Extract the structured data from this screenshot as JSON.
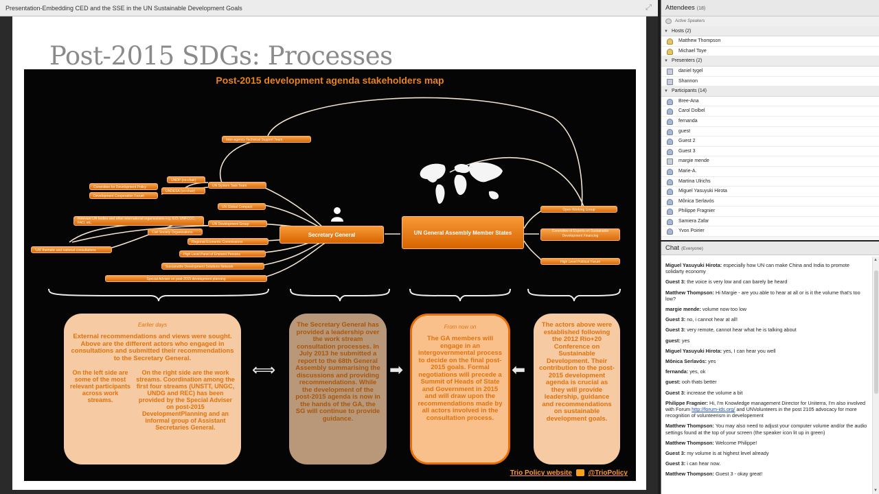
{
  "presentation": {
    "window_title": "Presentation-Embedding CED and the SSE in the UN Sustainable Development Goals",
    "slide_title": "Post-2015 SDGs: Processes",
    "map_title": "Post-2015 development agenda stakeholders map",
    "nodes": {
      "inter_agency": "Inter-agency Technical Support Team",
      "undp": "UNDP (co-chair)",
      "undesa": "UNDESA (co-chair)",
      "cdp": "Committee for Development Policy",
      "dcf": "Development Cooperation Forum",
      "un_task_team": "UN System Task Team",
      "un_global_compact": "UN Global Compact",
      "relevant_un": "Relevant UN bodies and other international organizations e.g. ILO, UNFCCC, FAO, etc.",
      "un_dev_group": "UN Development Group",
      "civil_society": "Civil Society Organizations",
      "nat_consult": "'UN' thematic and national consultations",
      "regional": "Regional Economic Commissions",
      "hlp": "High Level Panel of Eminent Persons",
      "sdsn": "Sustainable Development Solutions Network",
      "special_adviser": "Special Adviser on post-2015 development planning",
      "secretary_general": "Secretary General",
      "ga": "UN General Assembly Member States",
      "owg": "Open Working Group",
      "experts": "Committee of Experts on Sustainable Development Financing",
      "hlpf": "High Level Political Forum"
    },
    "panels": {
      "p1_heading": "Earlier days",
      "p1_text": "External recommendations and views were sought. Above are the different actors who engaged in consultations and submitted their recommendations to the Secretary General.",
      "p1_left": "On the left side are some of the most relevant participants across work streams.",
      "p1_right": "On the right side are the work streams. Coordination among the first four streams (UNSTT, UNGC, UNDG and REC) has been provided by the Special Adviser on post-2015 DevelopmentPlanning and an informal group of Assistant Secretaries General.",
      "p2_text": "The Secretary General has provided a leadership over the work stream consultation processes. In July 2013 he submitted a report to the 68th General Assembly summarising the discussions and providing recommendations. While the development of the post-2015 agenda is now in the hands of the GA, the SG will continue to provide guidance.",
      "p3_heading": "From now on",
      "p3_text": "The GA members will engage in an intergovernmental process to decide on the final post-2015 goals. Formal negotiations will precede a Summit of Heads of State and Government in 2015 and will draw upon the recommendations made by all actors involved in the consultation process.",
      "p4_text": "The actors above were established following the 2012 Rio+20 Conference on Sustainable Development. Their contribution to the post-2015 development agenda is crucial as they will provide leadership, guidance and recommendations on sustainable development goals."
    },
    "footer": {
      "link_text": "Trio Policy website",
      "handle": "@TrioPolicy"
    }
  },
  "attendees": {
    "title": "Attendees",
    "count": "(18)",
    "active_speakers": "Active Speakers",
    "hosts_label": "Hosts (2)",
    "hosts": [
      "Matthew Thompson",
      "Michael Toye"
    ],
    "presenters_label": "Presenters (2)",
    "presenters": [
      "daniel tygel",
      "Shannon"
    ],
    "participants_label": "Participants (14)",
    "participants": [
      "Bree-Ana",
      "Carol Dolbel",
      "fernanda",
      "guest",
      "Guest 2",
      "Guest 3",
      "margie mende",
      "Marie-A.",
      "Martina Ulrichs",
      "Miguel Yasuyuki Hirota",
      "Mônica Serlavós",
      "Philippe Fragnier",
      "Samiera Zafar",
      "Yvon Poirier"
    ]
  },
  "chat": {
    "title": "Chat",
    "scope": "(Everyone)",
    "messages": [
      {
        "from": "Miguel Yasuyuki Hirota:",
        "text": " especially how UN can make China and India to promote solidarty economy"
      },
      {
        "from": "Guest 3:",
        "text": " the voice is very low and can barely be heard"
      },
      {
        "from": "Matthew Thompson:",
        "text": " Hi Margie - are you able to hear at all or is it the volume that's too low?"
      },
      {
        "from": "margie mende:",
        "text": " volume now too low"
      },
      {
        "from": "Guest 3:",
        "text": " no, i cannot hear at all!"
      },
      {
        "from": "Guest 3:",
        "text": " very remote, cannot hear what he is talking  about"
      },
      {
        "from": "guest:",
        "text": " yes"
      },
      {
        "from": "Miguel Yasuyuki Hirota:",
        "text": " yes, I can hear you well"
      },
      {
        "from": "Mônica Serlavós:",
        "text": " yes"
      },
      {
        "from": "fernanda:",
        "text": " yes, ok"
      },
      {
        "from": "guest:",
        "text": " ooh thats better"
      },
      {
        "from": "Guest 3:",
        "text": " increase the volume a bit"
      },
      {
        "from": "Philippe Fragnier:",
        "text": " Hi, I'm Knowledge management Director for Uniterra, I'm also involved with Forum ",
        "link": "http://forum-ids.org/",
        "text2": " and UNVolunteers in the post 2105 advocacy for more recognition of volunteerism in developement"
      },
      {
        "from": "Matthew Thompson:",
        "text": " You may also need to adjust your computer volume and/or the audio settings found at the top of your screen (the speaker icon lit up in green)"
      },
      {
        "from": "Matthew Thompson:",
        "text": " Welcome Philippe!"
      },
      {
        "from": "Guest 3:",
        "text": " my volume is at highest level already"
      },
      {
        "from": "Guest 3:",
        "text": " i can hear now."
      },
      {
        "from": "Matthew Thompson:",
        "text": " Guest 3 - okay great!"
      }
    ]
  }
}
